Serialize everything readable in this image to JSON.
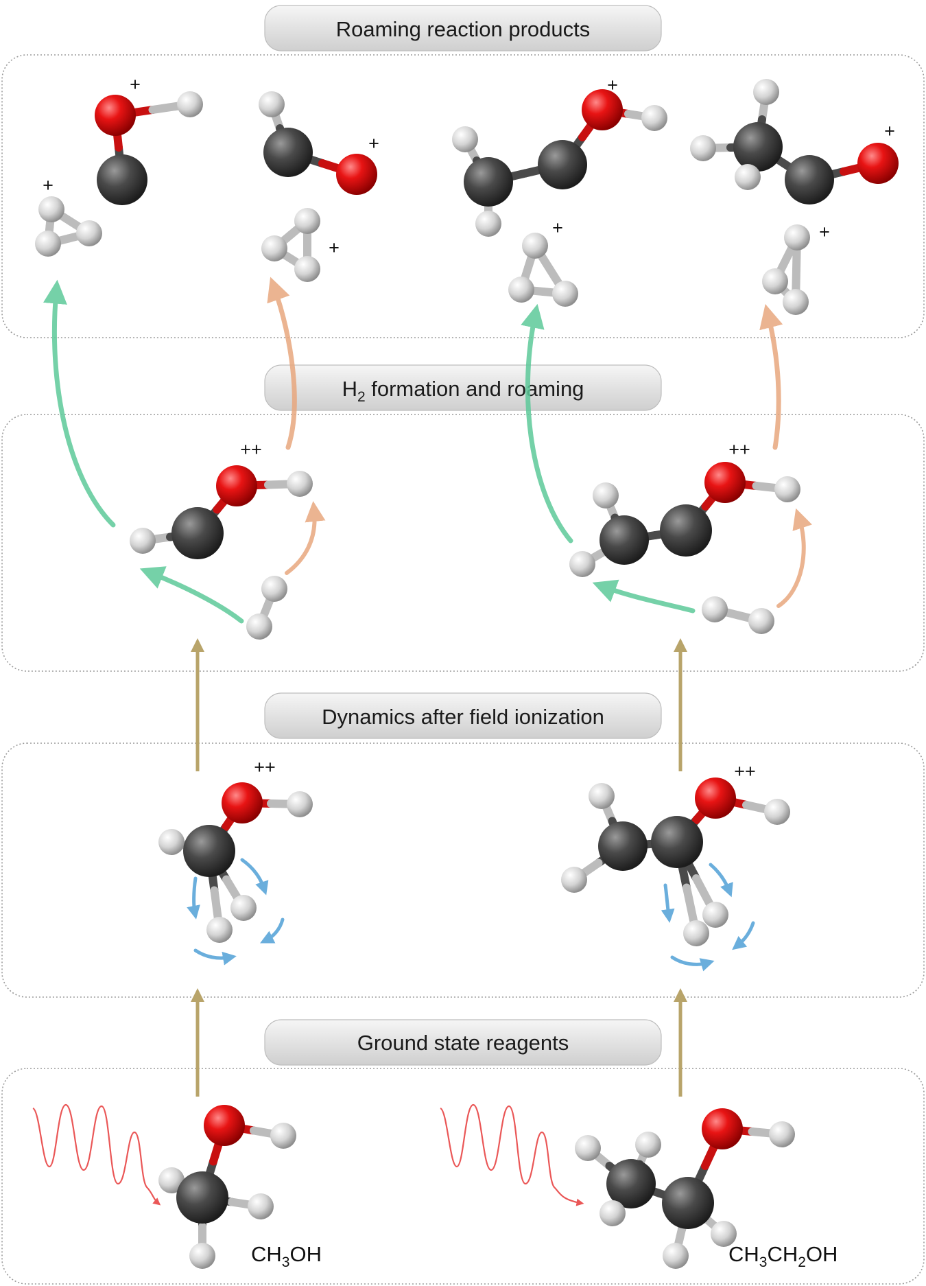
{
  "stages": {
    "products": "Roaming reaction products",
    "h2_formation_main": "H",
    "h2_formation_sub": "2",
    "h2_formation_rest": " formation and roaming",
    "dynamics": "Dynamics after field ionization",
    "ground": "Ground state reagents"
  },
  "charges": {
    "single": "+",
    "double": "++"
  },
  "molecules": {
    "methanol": {
      "a": "CH",
      "s1": "3",
      "b": "OH"
    },
    "ethanol": {
      "a": "CH",
      "s1": "3",
      "b": "CH",
      "s2": "2",
      "c": "OH"
    }
  },
  "colors": {
    "carbon": "#3a3a3a",
    "oxygen": "#e01010",
    "hydrogen": "#e6e6e6",
    "green_path": "#5dc99a",
    "orange_path": "#e8a77e",
    "gold_arrow": "#b8a46a",
    "blue_motion": "#6aaedc",
    "laser_pulse": "#e84545",
    "panel_border": "#9a9a9a"
  },
  "icons": {
    "laser": "wavy-laser-pulse",
    "transition": "up-arrow"
  }
}
